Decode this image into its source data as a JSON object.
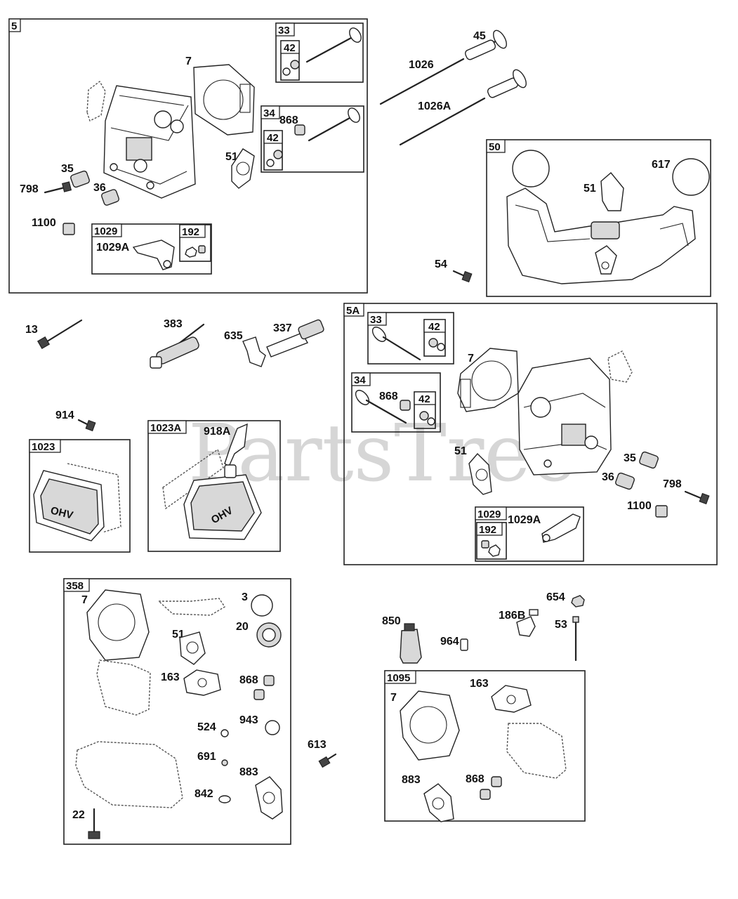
{
  "watermark": "PartsTree",
  "assemblies": {
    "a5": "5",
    "a33": "33",
    "a34": "34",
    "a42a": "42",
    "a42b": "42",
    "a1029": "1029",
    "a192": "192",
    "a50": "50",
    "a5A": "5A",
    "b33": "33",
    "b42a": "42",
    "b34": "34",
    "b42b": "42",
    "b1029": "1029",
    "b192": "192",
    "a1023": "1023",
    "a1023A": "1023A",
    "a358": "358",
    "a1095": "1095"
  },
  "labels": {
    "p7_top": "7",
    "p868_top": "868",
    "p35_top": "35",
    "p798_top": "798",
    "p36_top": "36",
    "p51_top": "51",
    "p1100_top": "1100",
    "p1029A_top": "1029A",
    "p45": "45",
    "p1026": "1026",
    "p1026A": "1026A",
    "p617": "617",
    "p51_manifold": "51",
    "p54": "54",
    "p13": "13",
    "p383": "383",
    "p635": "635",
    "p337": "337",
    "p7_5A": "7",
    "p868_5A": "868",
    "p51_5A": "51",
    "p35_5A": "35",
    "p36_5A": "36",
    "p798_5A": "798",
    "p1100_5A": "1100",
    "p1029A_5A": "1029A",
    "p914": "914",
    "p918A": "918A",
    "p7_358": "7",
    "p3": "3",
    "p20": "20",
    "p51_358": "51",
    "p163_358": "163",
    "p868_358": "868",
    "p524": "524",
    "p943": "943",
    "p691": "691",
    "p883_358": "883",
    "p842": "842",
    "p22": "22",
    "p613": "613",
    "p850": "850",
    "p964": "964",
    "p186B": "186B",
    "p654": "654",
    "p53": "53",
    "p7_1095": "7",
    "p163_1095": "163",
    "p883_1095": "883",
    "p868_1095": "868"
  },
  "cover_text": "OHV"
}
